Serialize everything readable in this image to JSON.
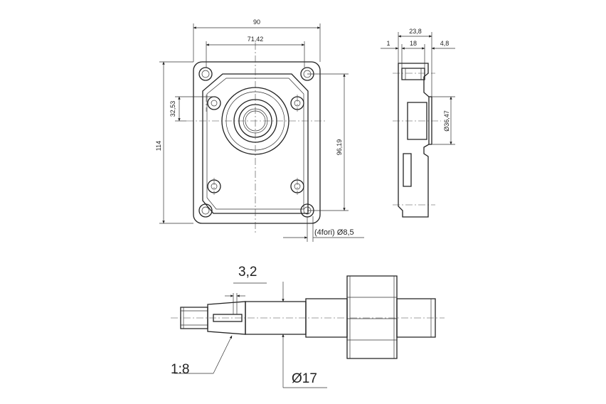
{
  "front_view": {
    "dim_width_outer": "90",
    "dim_width_holes": "71,42",
    "dim_height_outer": "114",
    "dim_height_holes": "96,19",
    "dim_offset": "32,53",
    "hole_note": "(4fori) Ø8,5"
  },
  "side_view": {
    "dim_total": "23,8",
    "dim_small": "1",
    "dim_body": "18",
    "dim_boss": "4,8",
    "dim_pilot": "Ø36,47"
  },
  "shaft": {
    "dim_key_width": "3,2",
    "dim_taper": "1:8",
    "dim_diameter": "Ø17"
  },
  "colors": {
    "line": "#222222",
    "background": "#ffffff"
  }
}
